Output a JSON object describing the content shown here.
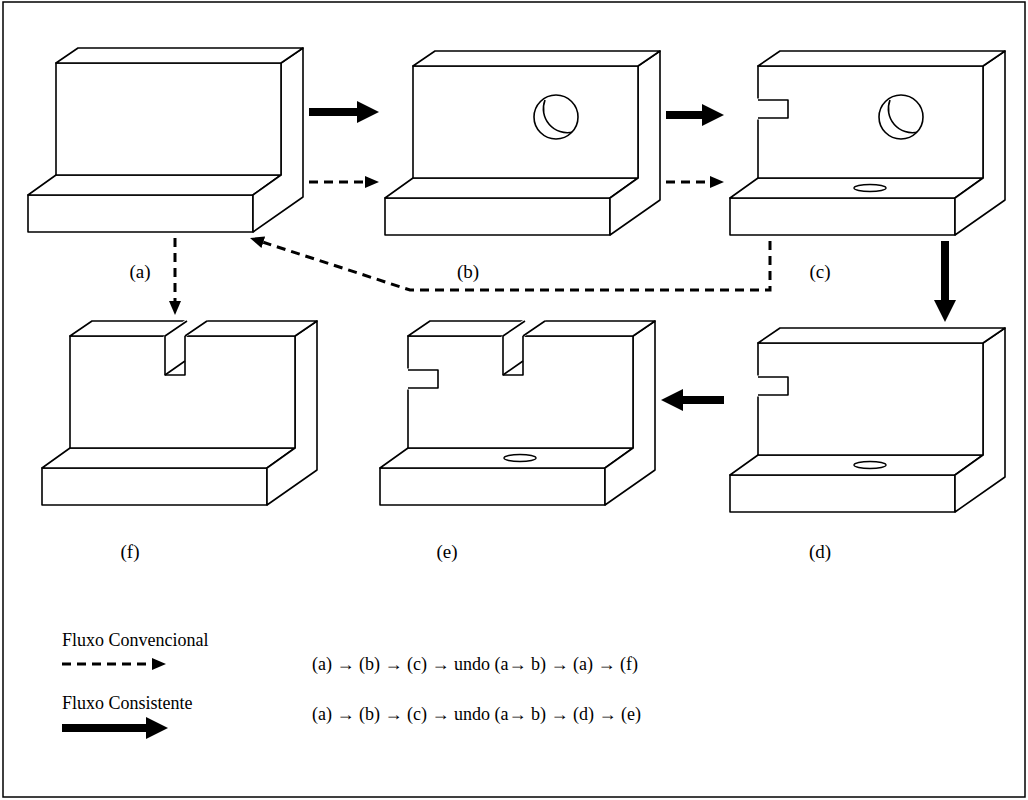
{
  "diagram": {
    "nodes": [
      {
        "text": [
          "(a)"
        ]
      },
      {
        "text": [
          "(b)"
        ]
      },
      {
        "text": [
          "(c)"
        ]
      },
      {
        "text": [
          "(f)"
        ]
      },
      {
        "text": [
          "(e)"
        ]
      },
      {
        "text": [
          "(d)"
        ]
      }
    ],
    "edges": [
      {
        "from": 0,
        "to": 1,
        "arrow": "to"
      },
      {
        "from": 1,
        "to": 2,
        "arrow": "to"
      },
      {
        "from": 2,
        "to": 5,
        "arrow": "to"
      },
      {
        "from": 5,
        "to": 4,
        "arrow": "to"
      },
      {
        "from": 0,
        "to": 1,
        "arrow": "to"
      },
      {
        "from": 1,
        "to": 2,
        "arrow": "to"
      },
      {
        "from": 2,
        "to": 0,
        "arrow": "to"
      },
      {
        "from": 0,
        "to": 3,
        "arrow": "to"
      }
    ],
    "labels": [
      "(a) → (b) → (c) → undo (a→ b) → (a) → (f)",
      "(a) → (b) → (c) → undo (a→ b) → (d) → (e)"
    ],
    "legend": [
      {
        "text": "Fluxo Convencional"
      },
      {
        "text": "Fluxo Consistente"
      }
    ]
  }
}
